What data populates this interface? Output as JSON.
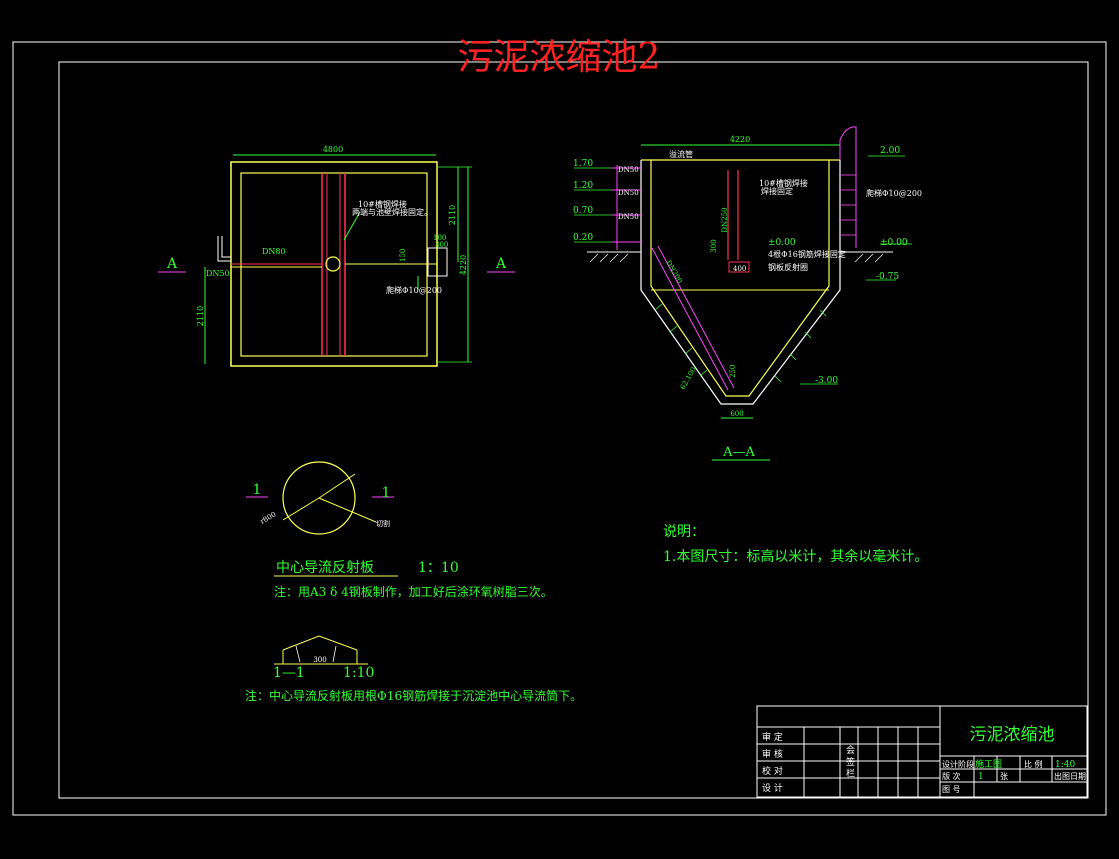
{
  "drawing": {
    "main_title": "污泥浓缩池2",
    "colors": {
      "outline": "#ffffff",
      "main": "#ffff55",
      "dim": "#33ff33",
      "title": "#ff2222",
      "pipe": "#ff3355",
      "magenta": "#ff44ff"
    }
  },
  "plan": {
    "dim_top": "4800",
    "dim_left": "2110",
    "dim_right_a": "2110",
    "dim_right_b": "4220",
    "dn80": "DN80",
    "dn50": "DN50",
    "note_pipe_1": "10#槽钢焊接",
    "note_pipe_2": "两端与池壁焊接固定。",
    "dim_100": "100",
    "dim_300": "300",
    "dim_150": "150",
    "ladder": "爬梯Φ10@200",
    "section_a_left": "A",
    "section_a_right": "A"
  },
  "section": {
    "label": "A—A",
    "dim_top": "4220",
    "pipe_label": "溢流管",
    "elev_170": "1.70",
    "elev_120": "1.20",
    "elev_070": "0.70",
    "elev_020": "0.20",
    "dn50_1": "DN50",
    "dn50_2": "DN50",
    "dn50_3": "DN50",
    "note_steel_1": "10#槽钢焊接",
    "note_steel_2": "焊接固定",
    "dn250": "DN250",
    "dn200": "DN200",
    "dim_300": "300",
    "elev_000_mid": "±0.00",
    "note_center_1": "4根Φ16钢筋焊接固定",
    "dim_400": "400",
    "note_center_2": "钢板反射圈",
    "elev_200": "2.00",
    "ladder": "爬梯Φ10@200",
    "elev_000_right": "±0.00",
    "elev_075": "-0.75",
    "elev_300": "-3.00",
    "dim_slope": "62.100",
    "dim_250": "250",
    "dim_600": "600"
  },
  "detail": {
    "marker_left": "1",
    "marker_right": "1",
    "radius": "r800",
    "cut": "切割",
    "title": "中心导流反射板",
    "scale": "1：10",
    "note": "注：用A3 δ 4钢板制作，加工好后涂环氧树脂三次。",
    "section_label": "1—1",
    "section_scale": "1:10",
    "section_dim": "300",
    "bottom_note": "注：中心导流反射板用根Φ16钢筋焊接于沉淀池中心导流筒下。"
  },
  "notes": {
    "heading": "说明：",
    "line1": "1.本图尺寸：标高以米计，其余以毫米计。"
  },
  "title_block": {
    "name": "污泥浓缩池",
    "r1": "审 定",
    "r2": "审 核",
    "r3": "校 对",
    "r4": "设 计",
    "sign": "会 签 栏",
    "design_stage_label": "设计阶段",
    "design_stage": "施工图",
    "scale_label": "比 例",
    "scale": "1:40",
    "version_label": "版 次",
    "version": "1",
    "sheet_label": "张",
    "date_label": "出图日期",
    "drawing_no_label": "图 号"
  }
}
